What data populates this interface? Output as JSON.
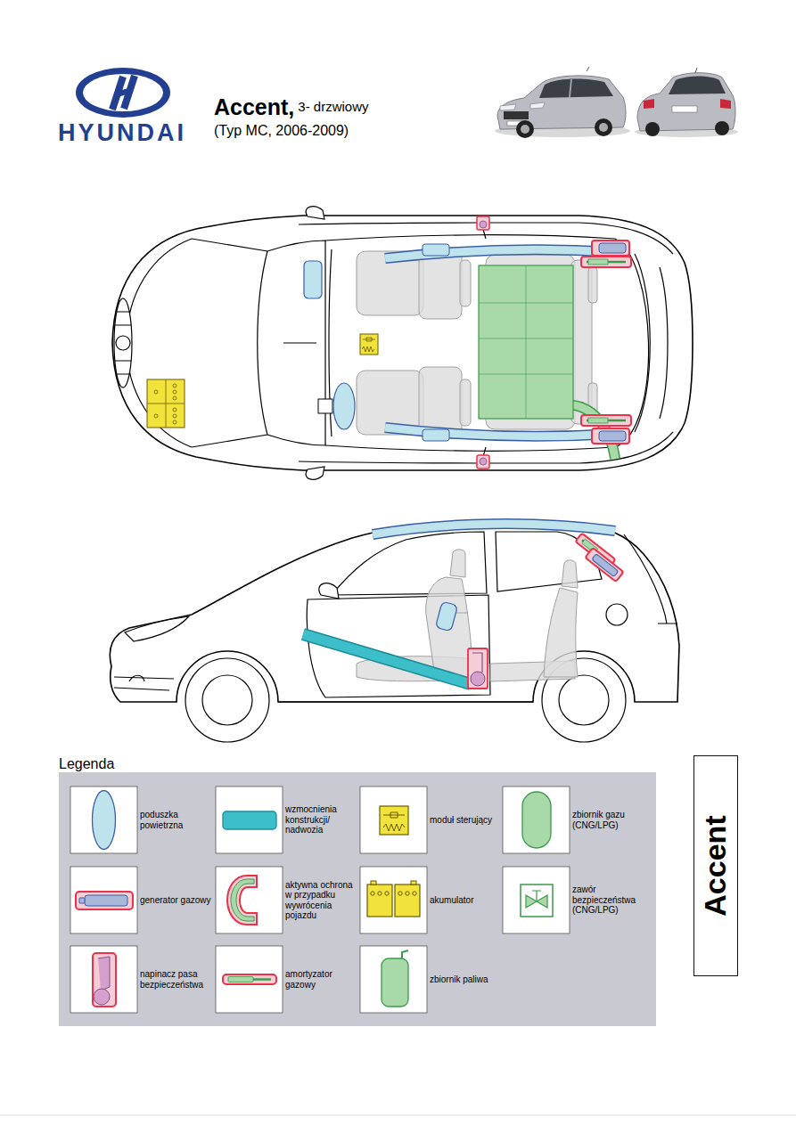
{
  "diagram": {
    "title": "Accent,",
    "nodes": [
      {
        "text": [
          "Accent"
        ]
      }
    ],
    "labels": [
      "HYUNDAI",
      "3- drzwiowy",
      "(Typ MC, 2006-2009)",
      "Legenda"
    ],
    "legend": [
      {
        "text": "poduszka powietrzna"
      },
      {
        "text": "wzmocnienia konstrukcji/ nadwozia"
      },
      {
        "text": "moduł sterujący"
      },
      {
        "text": "zbiornik gazu (CNG/LPG)"
      },
      {
        "text": "generator gazowy"
      },
      {
        "text": "aktywna ochrona w przypadku wywrócenia pojazdu"
      },
      {
        "text": "akumulator"
      },
      {
        "text": "zawór bezpieczeństwa (CNG/LPG)"
      },
      {
        "text": "napinacz pasa bezpieczeństwa"
      },
      {
        "text": "amortyzator gazowy"
      },
      {
        "text": "zbiornik paliwa"
      }
    ]
  }
}
